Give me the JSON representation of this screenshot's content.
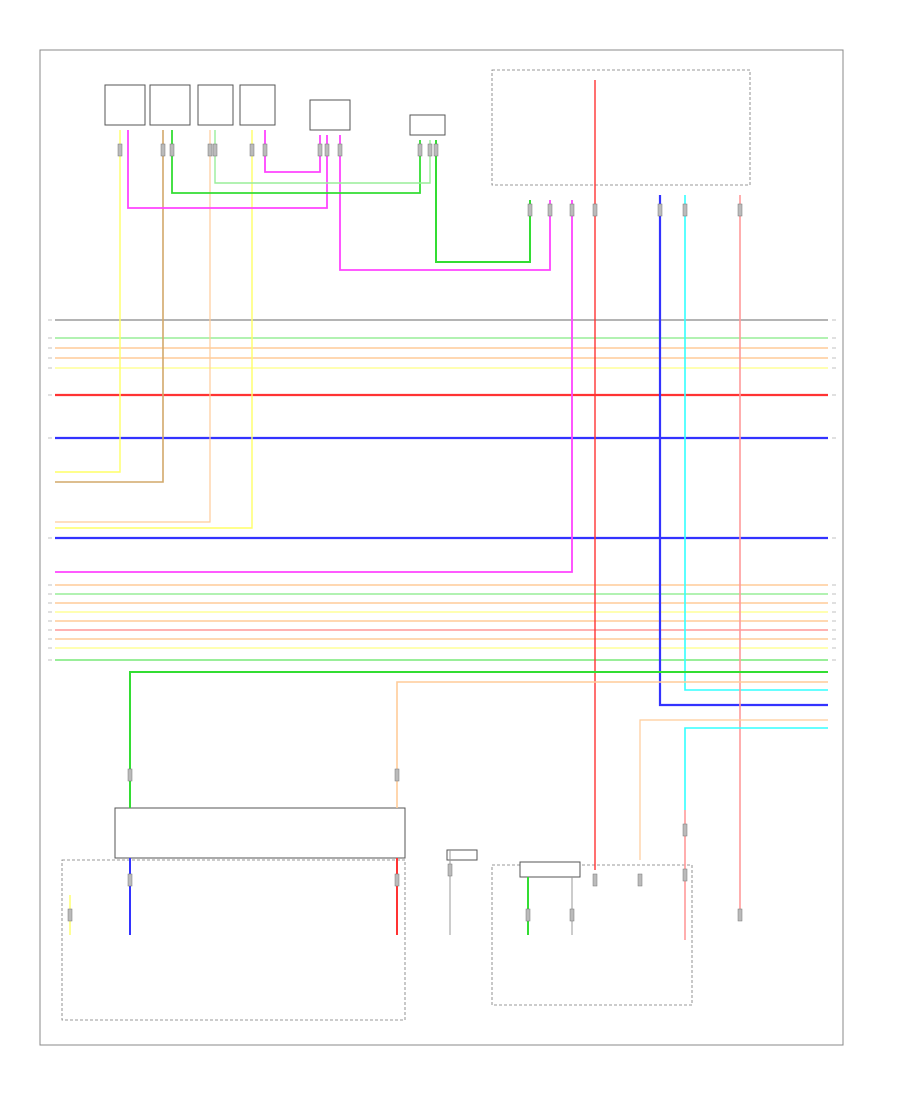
{
  "diagram": {
    "page_label": "",
    "top_components": [
      {
        "id": "cp1",
        "label": ""
      },
      {
        "id": "cp2",
        "label": ""
      },
      {
        "id": "cp3",
        "label": ""
      },
      {
        "id": "cp4",
        "label": ""
      }
    ],
    "right_components": [
      {
        "id": "meter",
        "label": ""
      },
      {
        "id": "fuel-sender",
        "label": ""
      },
      {
        "id": "fuel-pump",
        "label": ""
      }
    ],
    "colors": {
      "pink": "#ff44ff",
      "green": "#33dd33",
      "yellow": "#ffff66",
      "tan": "#d2a86a",
      "red": "#ff3333",
      "blue": "#3333ff",
      "cyan": "#33ffff",
      "gray": "#888888",
      "light_green": "#99ee99",
      "light_orange": "#ffcc99",
      "light_yellow": "#ffff99",
      "light_red": "#ff9999"
    }
  }
}
